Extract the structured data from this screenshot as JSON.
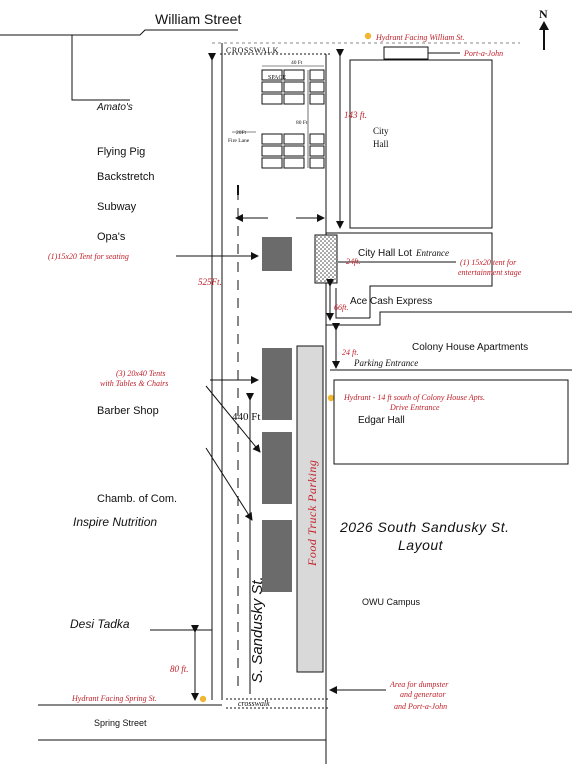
{
  "title": {
    "line1": "2026 South Sandusky St.",
    "line2": "Layout"
  },
  "compass": {
    "label": "N"
  },
  "streets": {
    "north": "William Street",
    "south": "Spring Street",
    "main": "S. Sandusky St."
  },
  "crosswalks": {
    "north": "CROSSWALK",
    "south": "crosswalk"
  },
  "businesses_west": [
    "Amato's",
    "Flying Pig",
    "Backstretch",
    "Subway",
    "Opa's",
    "Barber Shop",
    "Chamb. of Com.",
    "Inspire Nutrition",
    "Desi Tadka"
  ],
  "buildings_east": {
    "city_hall": [
      "City",
      "Hall"
    ],
    "city_hall_lot": "City Hall Lot",
    "lot_entrance": "Entrance",
    "ace": "Ace Cash Express",
    "colony": "Colony House Apartments",
    "parking_entrance": "Parking Entrance",
    "edgar": "Edgar Hall",
    "owu": "OWU Campus"
  },
  "vendor_block": {
    "spaces": "SPACE",
    "width_label": "40 Ft",
    "depth_label": "80 Ft",
    "fire_lane": [
      "20Ft",
      "Fire Lane"
    ]
  },
  "food_truck_parking": "Food Truck Parking",
  "dimensions": {
    "d143": "143 ft.",
    "d525": "525Ft.",
    "d440": "440 Ft",
    "d24a": "24ft.",
    "d66": "66ft.",
    "d24b": "24 ft.",
    "d80": "80 ft."
  },
  "callouts": {
    "hydrant_william": "Hydrant Facing William St.",
    "port_a_john": "Port-a-John",
    "tent_seating": "(1)15x20 Tent for seating",
    "tent_entertainment": [
      "(1)  15x20 tent for",
      "entertainment stage"
    ],
    "tents_tables": [
      "(3) 20x40 Tents",
      "with Tables & Chairs"
    ],
    "hydrant_colony": [
      "Hydrant - 14 ft south of  Colony House Apts.",
      "Drive Entrance"
    ],
    "hydrant_spring": "Hydrant Facing Spring St.",
    "dumpster": [
      "Area for dumpster",
      "and generator",
      "and Port-a-John"
    ]
  },
  "colors": {
    "hydrant": "#f2b632",
    "callout": "#c0212a",
    "tent": "#6b6b6b",
    "truck_lane": "#d9d9d9"
  }
}
